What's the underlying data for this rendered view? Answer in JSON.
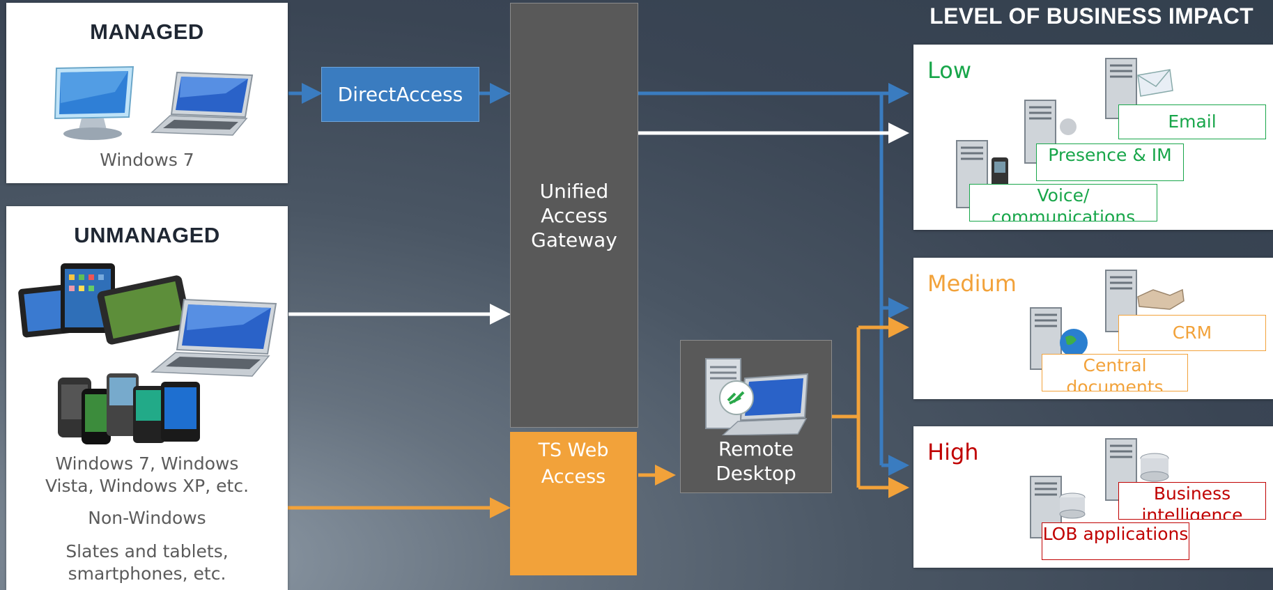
{
  "managed": {
    "title": "MANAGED",
    "caption": "Windows 7"
  },
  "unmanaged": {
    "title": "UNMANAGED",
    "caption1": "Windows 7, Windows Vista, Windows XP, etc.",
    "caption2": "Non-Windows",
    "caption3": "Slates and tablets, smartphones, etc."
  },
  "direct_access": {
    "label": "DirectAccess"
  },
  "uag": {
    "label": "Unified Access Gateway"
  },
  "ts_web": {
    "label": "TS Web Access"
  },
  "remote_desktop": {
    "label": "Remote Desktop"
  },
  "heading": "LEVEL OF BUSINESS IMPACT",
  "low": {
    "level": "Low",
    "email": "Email",
    "presence": "Presence & IM",
    "voice": "Voice/ communications"
  },
  "medium": {
    "level": "Medium",
    "crm": "CRM",
    "central": "Central documents"
  },
  "high": {
    "level": "High",
    "bi": "Business intelligence",
    "lob": "LOB applications"
  },
  "colors": {
    "blue": "#3a7cc0",
    "orange": "#f2a23a",
    "gateway": "#595959",
    "low": "#18a64a",
    "medium": "#f2a23a",
    "high": "#c00000"
  }
}
